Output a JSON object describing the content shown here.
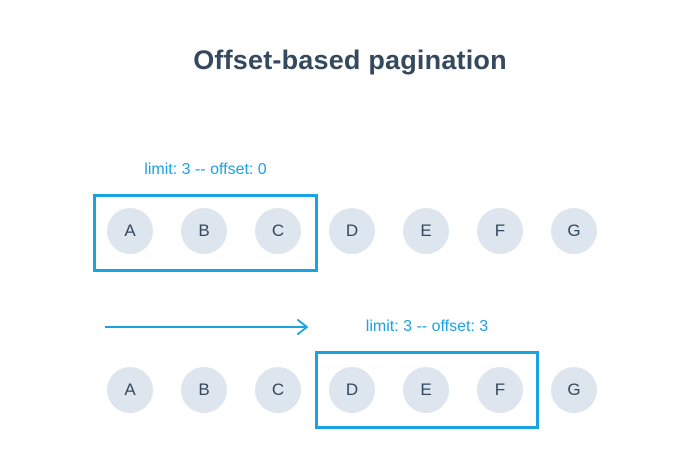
{
  "title": "Offset-based pagination",
  "colors": {
    "accent": "#1aa2e2",
    "circle_fill": "#dde5ee",
    "text_dark": "#34495e"
  },
  "items": [
    "A",
    "B",
    "C",
    "D",
    "E",
    "F",
    "G"
  ],
  "rows": [
    {
      "label": "limit: 3 -- offset: 0",
      "highlighted_items": [
        "A",
        "B",
        "C"
      ]
    },
    {
      "label": "limit: 3 -- offset: 3",
      "highlighted_items": [
        "D",
        "E",
        "F"
      ]
    }
  ],
  "arrow": {
    "direction": "right"
  }
}
